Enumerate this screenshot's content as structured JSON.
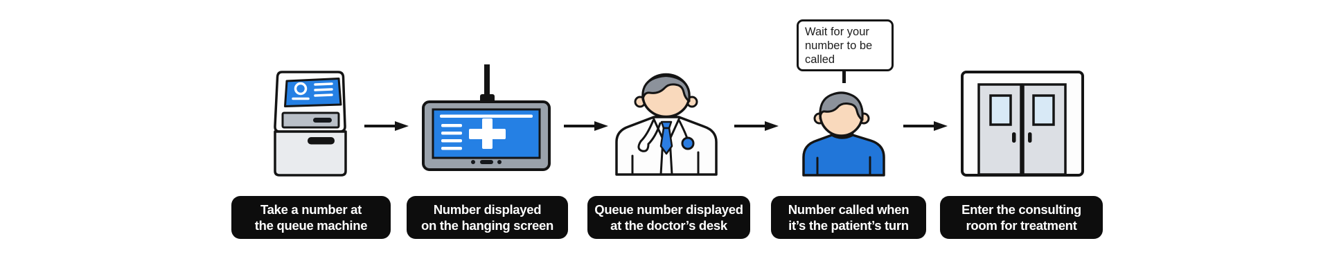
{
  "flowchart": {
    "steps": [
      {
        "icon": "queue-ticket-kiosk-icon",
        "label": "Take a number at\nthe queue machine"
      },
      {
        "icon": "hanging-screen-icon",
        "label": "Number displayed\non the hanging screen"
      },
      {
        "icon": "doctor-icon",
        "label": "Queue number displayed\nat the doctor’s desk"
      },
      {
        "icon": "waiting-patient-icon",
        "label": "Number called when\nit’s the patient’s turn"
      },
      {
        "icon": "consulting-room-doors-icon",
        "label": "Enter the consulting\nroom for treatment"
      }
    ],
    "speech_bubble": {
      "text": "Wait for your\nnumber to be\ncalled",
      "attached_to": "waiting-patient"
    },
    "connector_icon": "arrow-right-icon"
  },
  "colors": {
    "accent_blue": "#2580e4",
    "shirt_blue": "#2176d9",
    "label_background": "#0d0d0d",
    "label_text": "#ffffff",
    "outline_black": "#141414",
    "skin_tone": "#f9d9bc",
    "hair_gray": "#8c929b",
    "monitor_bezel_gray": "#9aa2ab",
    "door_gray": "#dcdfe4",
    "door_window_blue": "#d8e9f6",
    "kiosk_lower_gray": "#e9ebee",
    "kiosk_slot_gray": "#b9bfc7"
  }
}
